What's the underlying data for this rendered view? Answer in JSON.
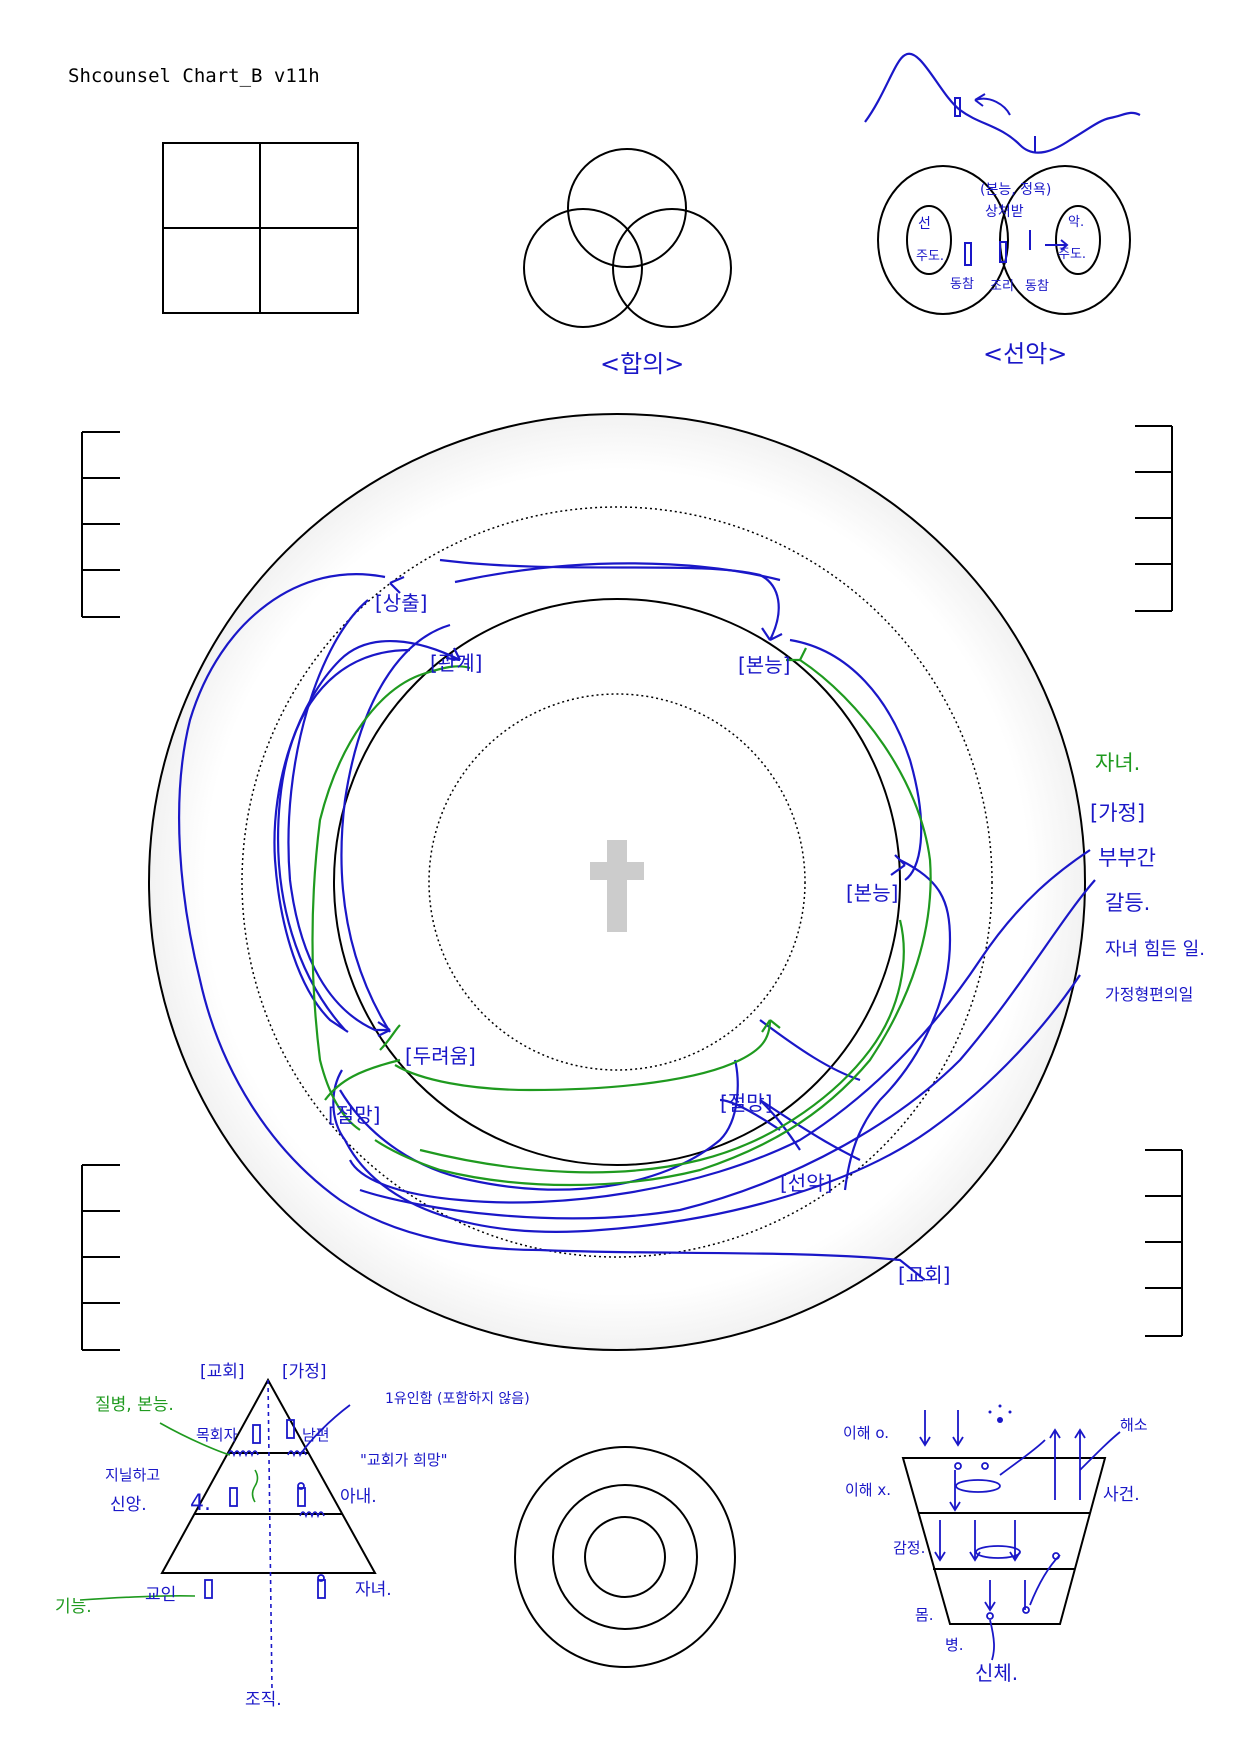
{
  "title": "Shcounsel Chart_B v11h",
  "colors": {
    "ink": "#000000",
    "blue": "#1a17c8",
    "green": "#1f9a1f",
    "cross": "#cccccc"
  },
  "top": {
    "venn_label": "<합의>",
    "pair_label": "<선악>",
    "pair_notes": {
      "top": "(본능, 정욕)",
      "mid": "상처받",
      "left_in": "선",
      "left_out": "주도.",
      "right_in": "악.",
      "right_out": "주도.",
      "bottom_left": "동참",
      "bottom_mid": "조리",
      "bottom_right": "동참"
    }
  },
  "ring": {
    "labels": {
      "sangchul": "[상출]",
      "gwanggye": "[관계]",
      "bonneung_top": "[본능]",
      "bonneung_right": "[본능]",
      "dureoum": "[두려움]",
      "jeolmang": "[절망]",
      "jeolmang_left": "[절망]",
      "seonak": "[선악]",
      "gyohoe": "[교회]"
    },
    "right_notes": [
      "자녀.",
      "[가정]",
      "부부간",
      "갈등.",
      "자녀 힘든 일.",
      "가정형편의일"
    ]
  },
  "bottom": {
    "pyramid": {
      "top_left": "[교회]",
      "top_right": "[가정]",
      "green_top": "질병, 본능.",
      "green_bottom": "기능.",
      "left_mid": "지닐하고",
      "left_mid2": "신앙.",
      "number": "4.",
      "row1_left": "목회자",
      "row1_right": "남편",
      "row2_right": "아내.",
      "row3_left": "교인",
      "row3_right": "자녀.",
      "quote": "\"교회가 희망\"",
      "note": "1유인함 (포함하지 않음)",
      "bottom": "조직."
    },
    "funnel": {
      "left_1": "이해 o.",
      "left_2": "이해 x.",
      "left_3": "감정.",
      "left_4": "몸.",
      "left_5": "병.",
      "right_top": "해소",
      "right_1": "사건.",
      "bottom": "신체."
    }
  }
}
